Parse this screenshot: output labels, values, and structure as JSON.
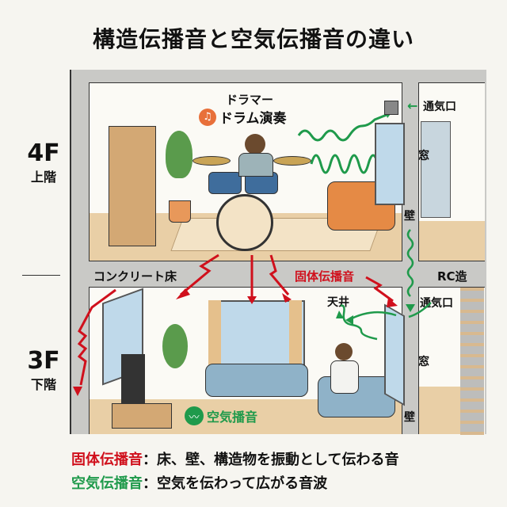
{
  "title": "構造伝播音と空気伝播音の違い",
  "floors": {
    "upper": {
      "number": "4F",
      "label": "上階"
    },
    "lower": {
      "number": "3F",
      "label": "下階"
    }
  },
  "upper_room": {
    "drummer_label": "ドラマー",
    "activity_label": "ドラム演奏",
    "activity_icon": "music-note-icon",
    "vent_label": "通気口",
    "window_label": "窓",
    "wall_label": "壁"
  },
  "slab": {
    "floor_label": "コンクリート床",
    "structure_label": "RC造",
    "solid_sound_label": "固体伝播音"
  },
  "lower_room": {
    "ceiling_label": "天井",
    "vent_label": "通気口",
    "window_label": "窓",
    "wall_label": "壁",
    "air_sound_label": "空気播音",
    "air_sound_icon": "sound-wave-icon"
  },
  "legend": [
    {
      "term": "固体伝播音",
      "separator": "：",
      "description": "床、壁、構造物を振動として伝わる音",
      "color": "#d0101c"
    },
    {
      "term": "空気伝播音",
      "separator": "：",
      "description": "空気を伝わって広がる音波",
      "color": "#1f9a4b"
    }
  ],
  "colors": {
    "solid_sound": "#d0101c",
    "air_sound": "#1f9a4b",
    "concrete": "#c9c9c6",
    "activity_badge": "#e8703a"
  }
}
